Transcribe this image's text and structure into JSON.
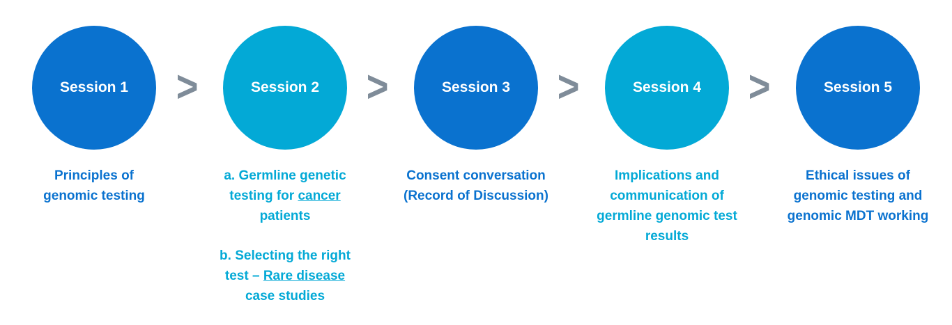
{
  "colors": {
    "dark_blue": "#0a72cf",
    "light_blue": "#03a9d6",
    "arrow_gray": "#7f8c99"
  },
  "arrow_glyph": ">",
  "sessions": [
    {
      "label": "Session 1",
      "color": "#0a72cf",
      "desc": [
        "Principles of",
        "genomic testing"
      ]
    },
    {
      "label": "Session 2",
      "color": "#03a9d6",
      "desc_a": {
        "line1": "a. Germline genetic",
        "line2_pre": "testing for ",
        "line2_link": "cancer",
        "line3": "patients"
      },
      "desc_b": {
        "line1": "b. Selecting the right",
        "line2_pre": "test – ",
        "line2_link": "Rare disease",
        "line3": "case studies"
      }
    },
    {
      "label": "Session 3",
      "color": "#0a72cf",
      "desc": [
        "Consent conversation",
        "(Record of Discussion)"
      ]
    },
    {
      "label": "Session 4",
      "color": "#03a9d6",
      "desc": [
        "Implications and",
        "communication of",
        "germline genomic test",
        "results"
      ]
    },
    {
      "label": "Session 5",
      "color": "#0a72cf",
      "desc": [
        "Ethical issues of",
        "genomic testing and",
        "genomic MDT working"
      ]
    }
  ]
}
